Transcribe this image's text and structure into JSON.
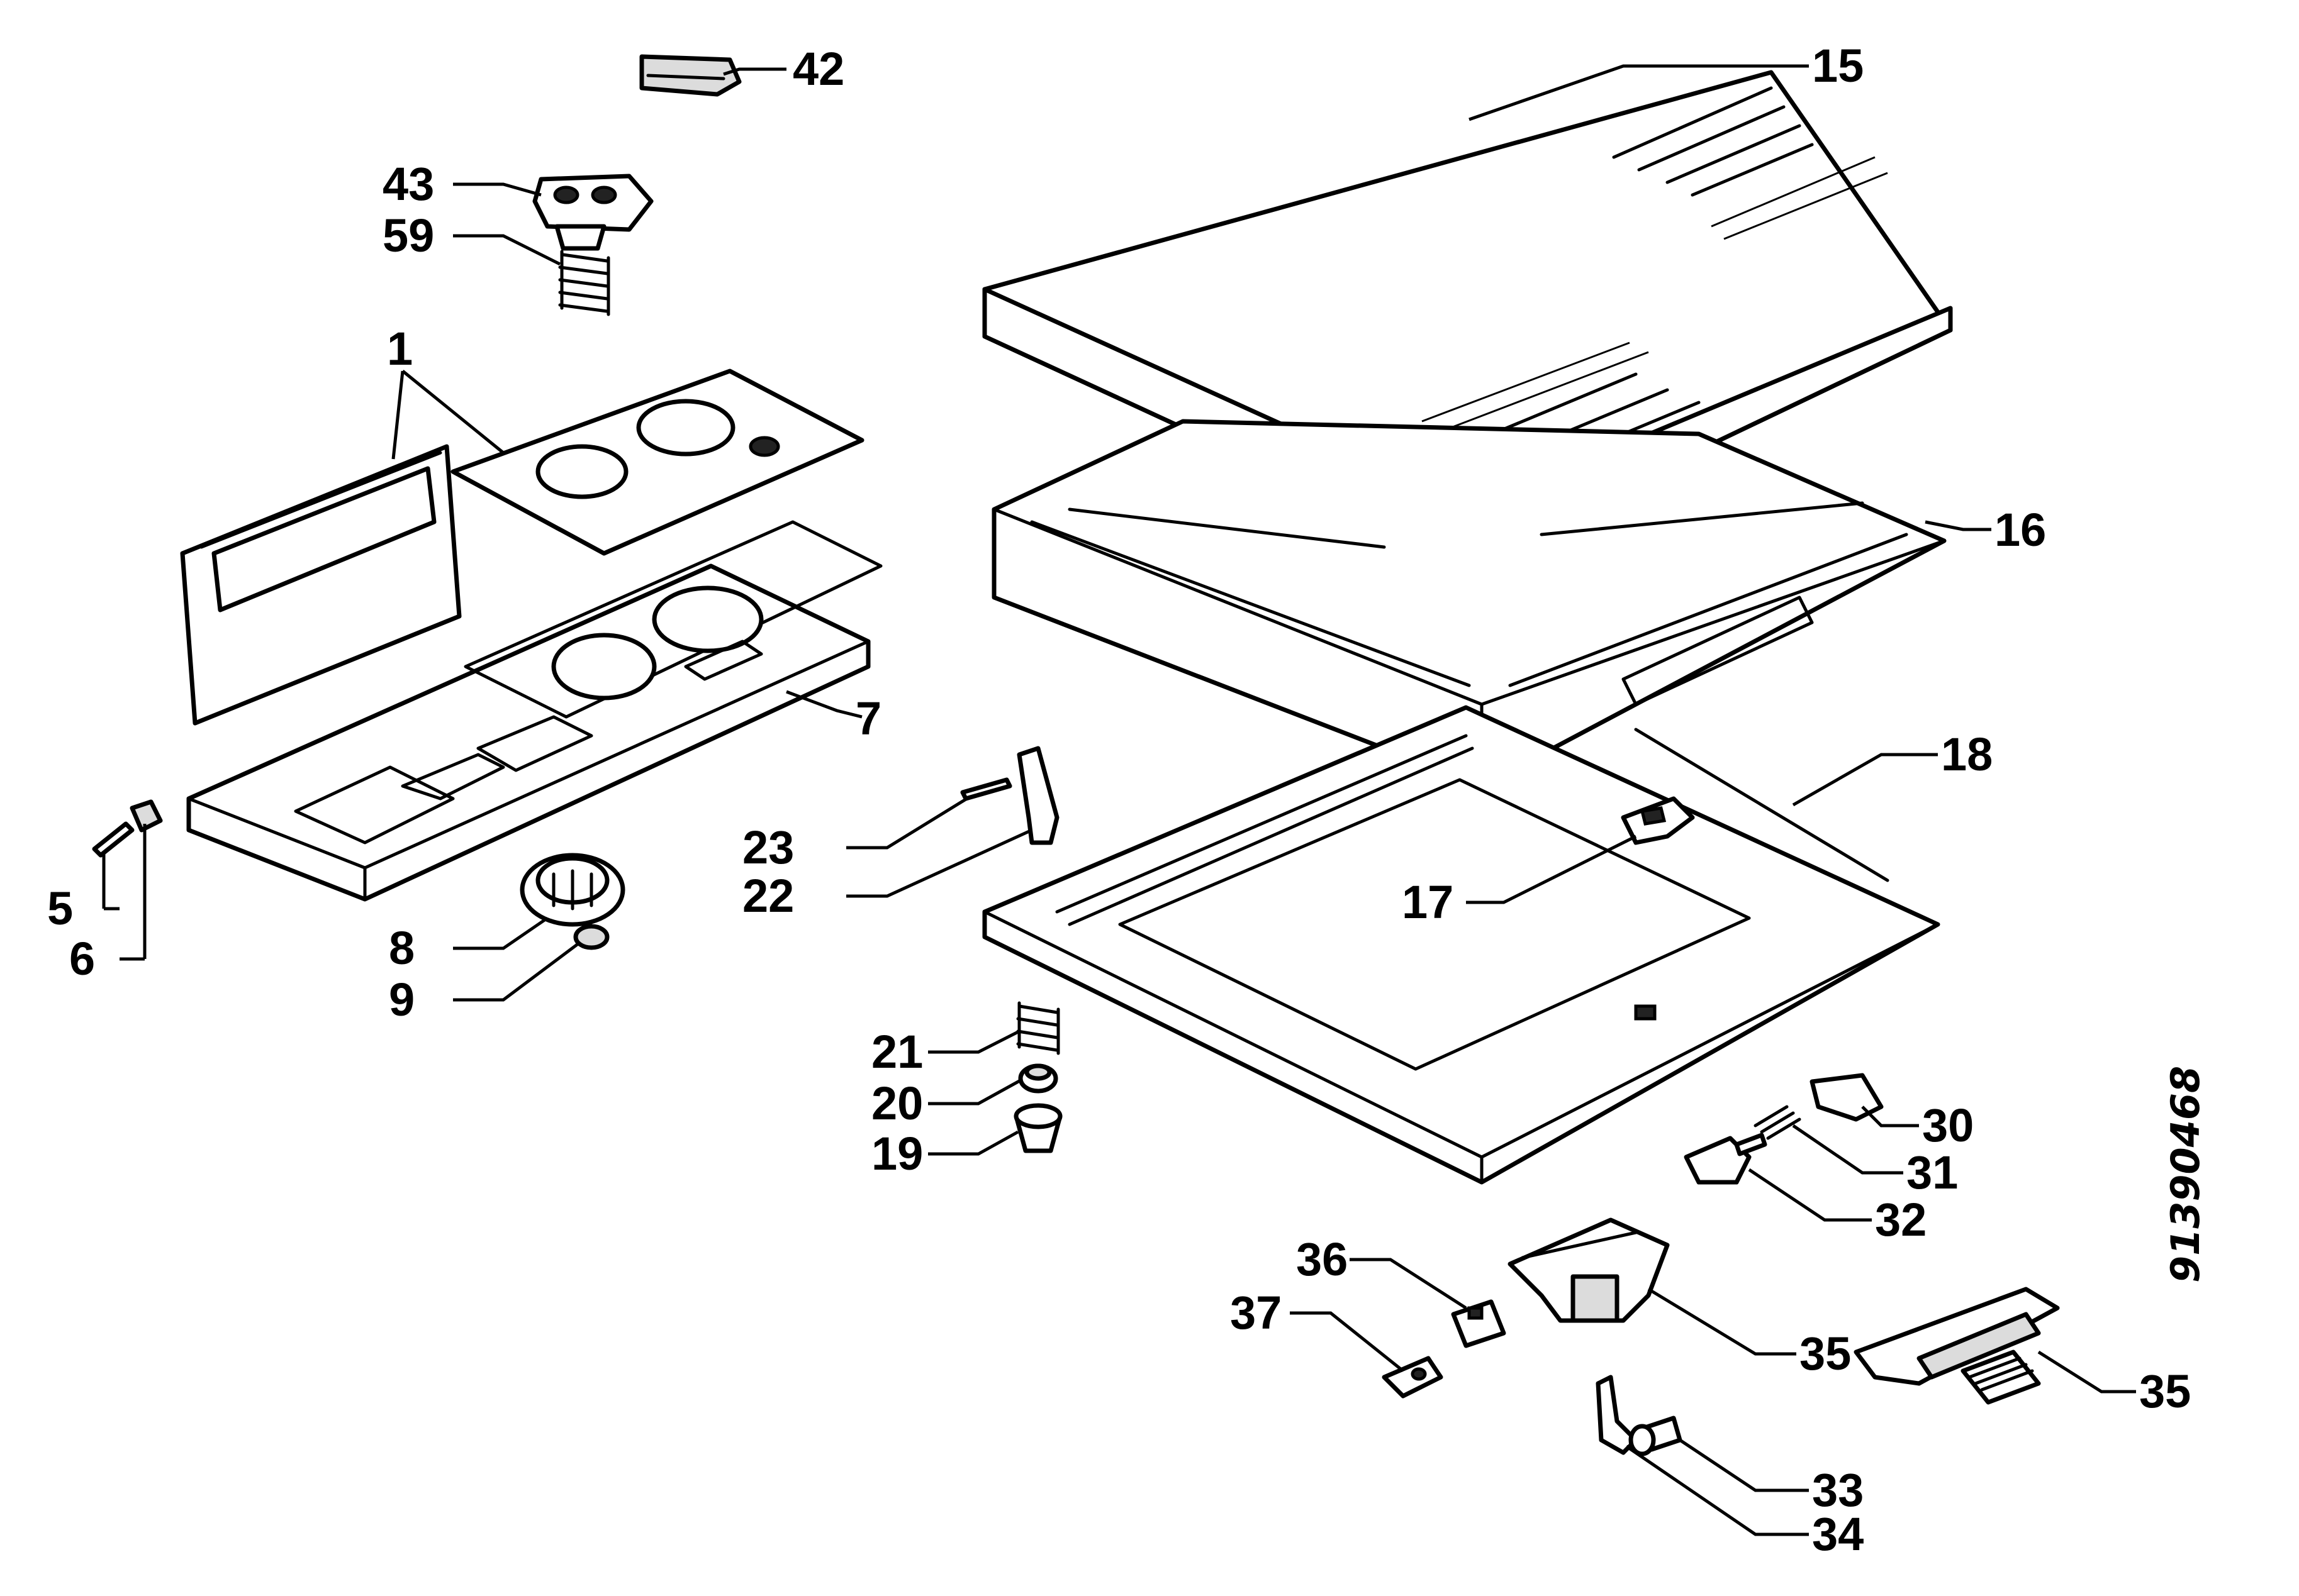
{
  "callouts": {
    "c1": "1",
    "c5": "5",
    "c6": "6",
    "c7": "7",
    "c8": "8",
    "c9": "9",
    "c15": "15",
    "c16": "16",
    "c17": "17",
    "c18": "18",
    "c19": "19",
    "c20": "20",
    "c21": "21",
    "c22": "22",
    "c23": "23",
    "c30": "30",
    "c31": "31",
    "c32": "32",
    "c33": "33",
    "c34": "34",
    "c35a": "35",
    "c35b": "35",
    "c36": "36",
    "c37": "37",
    "c42": "42",
    "c43": "43",
    "c59": "59"
  },
  "document_number": "91390468"
}
